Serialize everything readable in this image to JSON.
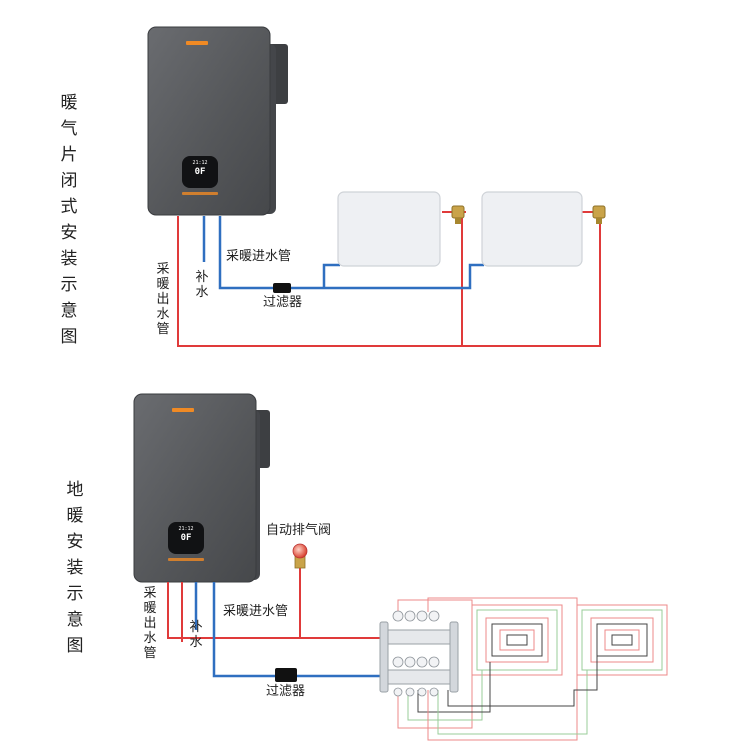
{
  "diagrams": [
    {
      "title": "暖气片闭式安装示意图",
      "labels": {
        "supply_pipe": "采暖进水管",
        "return_pipe": "采暖出水管",
        "makeup_water": "补水",
        "filter": "过滤器"
      },
      "display": {
        "time": "21:12",
        "temp": "0F"
      }
    },
    {
      "title": "地暖安装示意图",
      "labels": {
        "supply_pipe": "采暖进水管",
        "return_pipe": "采暖出水管",
        "makeup_water": "补水",
        "filter": "过滤器",
        "air_vent": "自动排气阀"
      },
      "display": {
        "time": "21:12",
        "temp": "0F"
      }
    }
  ],
  "colors": {
    "hot_pipe": "#e03a3a",
    "cold_pipe": "#2f6fc0",
    "boiler_body": "#5b5d60",
    "brand_accent": "#f08a24"
  }
}
